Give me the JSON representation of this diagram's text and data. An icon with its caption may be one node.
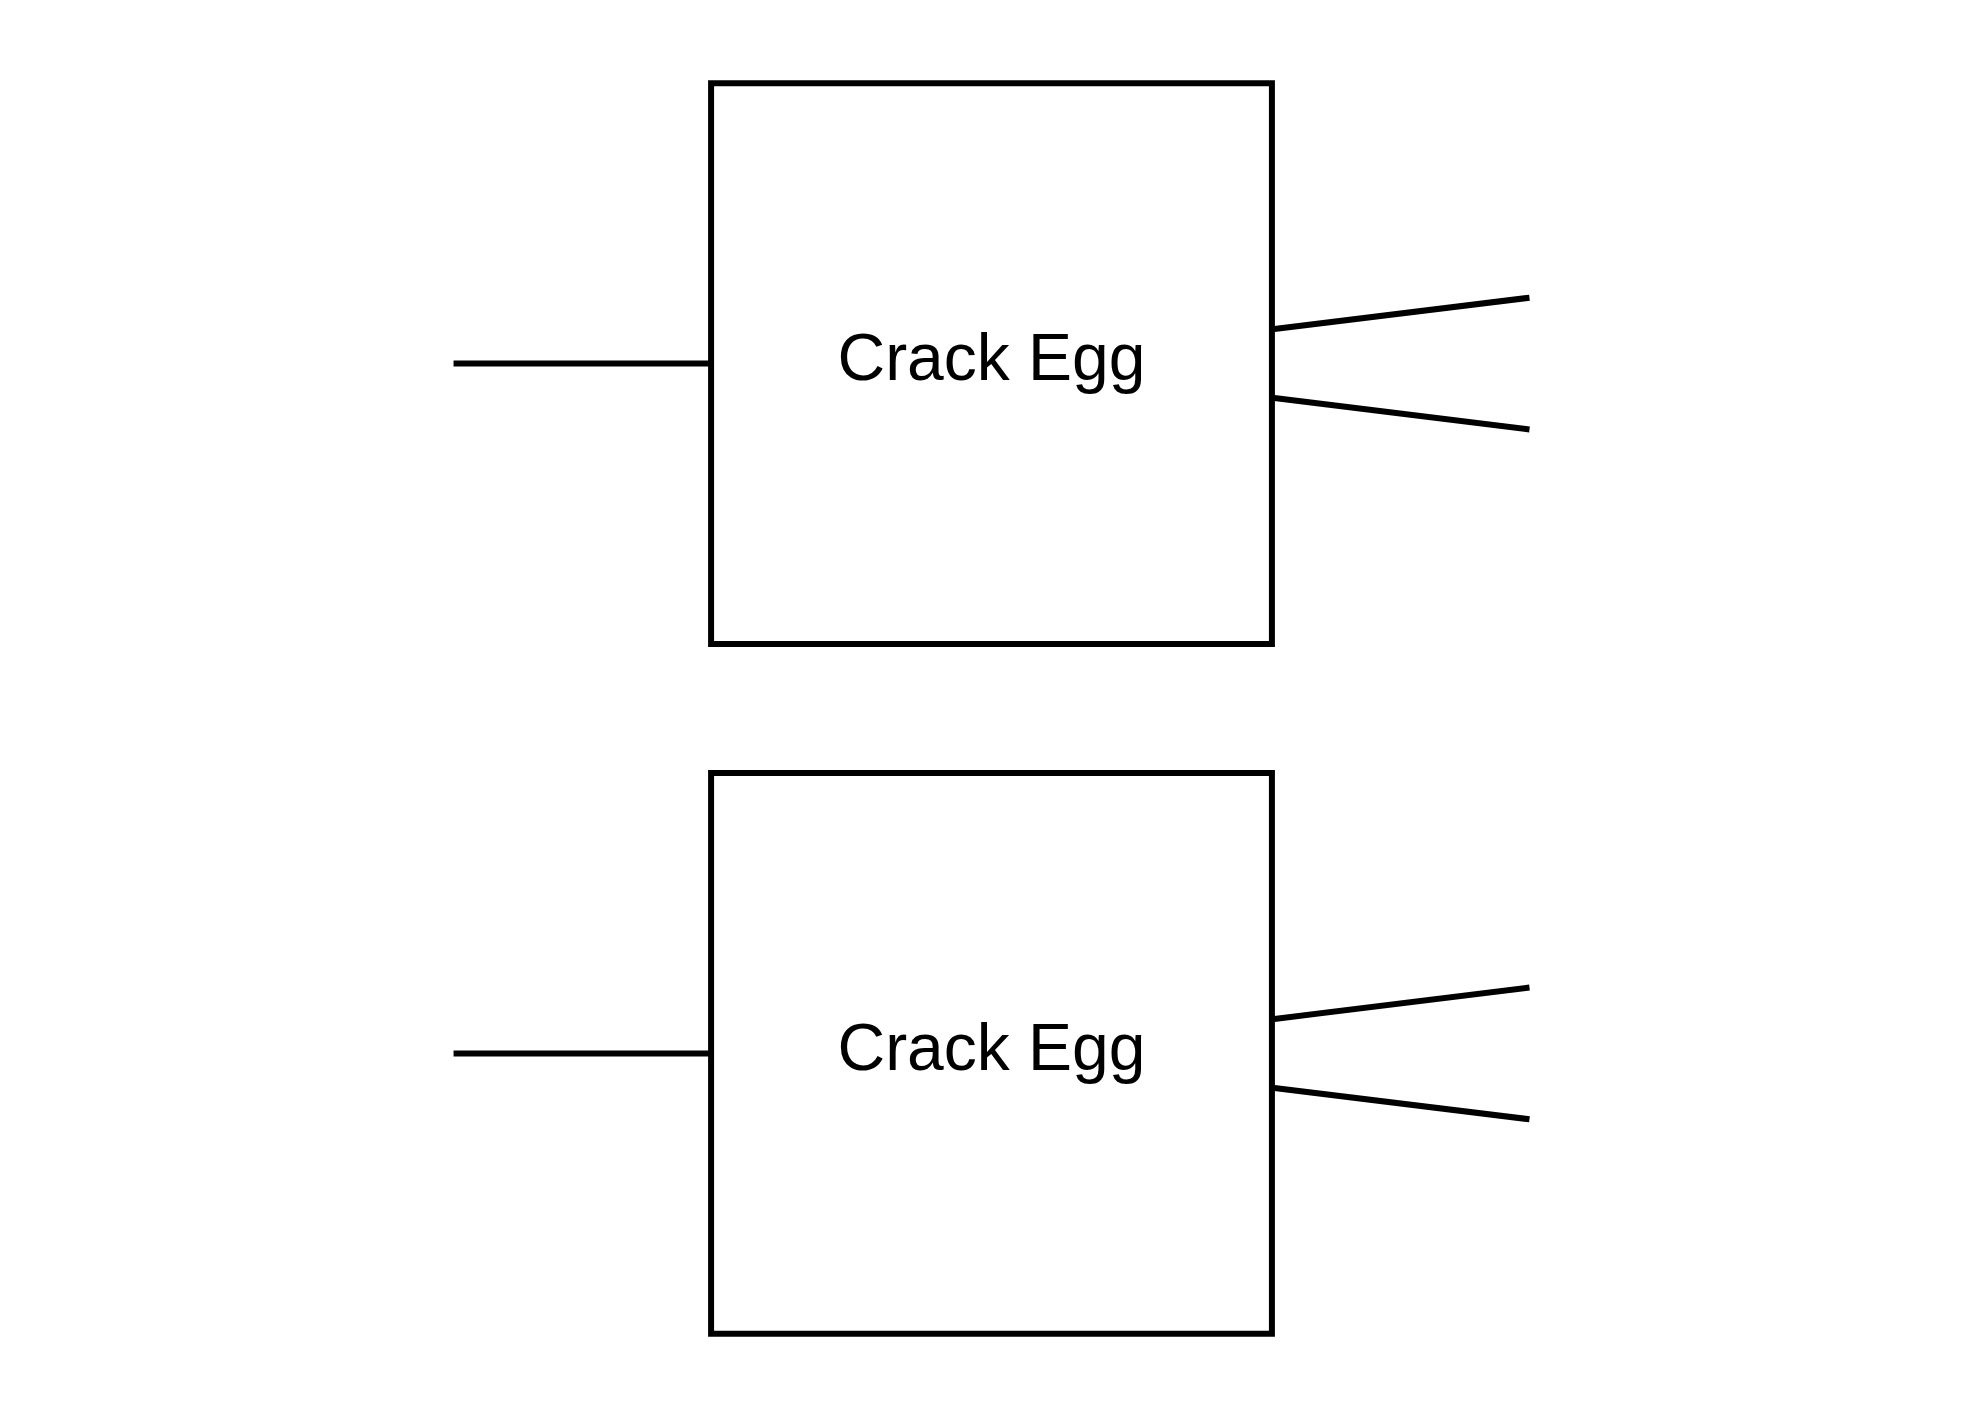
{
  "diagram": {
    "nodes": [
      {
        "text": [
          "Crack Egg"
        ]
      },
      {
        "text": [
          "Crack Egg"
        ]
      }
    ],
    "edges": [
      {
        "from": null,
        "to": 0,
        "arrow": "none"
      },
      {
        "from": 0,
        "to": null,
        "arrow": "none"
      },
      {
        "from": 0,
        "to": null,
        "arrow": "none"
      },
      {
        "from": null,
        "to": 1,
        "arrow": "none"
      },
      {
        "from": 1,
        "to": null,
        "arrow": "none"
      },
      {
        "from": 1,
        "to": null,
        "arrow": "none"
      }
    ]
  }
}
